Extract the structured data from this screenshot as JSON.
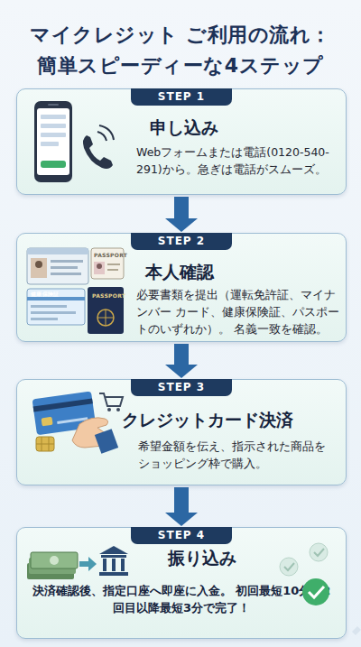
{
  "diagram": {
    "title": "マイクレジット ご利用の流れ： 簡単スピーディーな4ステップ",
    "nodes": [
      {
        "text": [
          "STEP 1",
          "申し込み",
          "Webフォームまたは電話(0120-540- 291)から。急ぎは電話がスムーズ。"
        ]
      },
      {
        "text": [
          "STEP 2",
          "本人確認",
          "必要書類を提出（運転免許証、マイナンバー カード、健康保険証、パスポートのいずれか）。 名義一致を確認。"
        ]
      },
      {
        "text": [
          "STEP 3",
          "クレジットカード決済",
          "希望金額を伝え、指示された商品を ショッピング枠で購入。"
        ]
      },
      {
        "text": [
          "STEP 4",
          "振り込み",
          "決済確認後、指定口座へ即座に入金。 初回最短10分、2回目以降最短3分で完了！"
        ]
      }
    ],
    "edges": [
      {
        "from": 0,
        "to": 1,
        "arrow": "to"
      },
      {
        "from": 1,
        "to": 2,
        "arrow": "to"
      },
      {
        "from": 2,
        "to": 3,
        "arrow": "to"
      }
    ],
    "labels": [
      "健康保険証",
      "PASSPORT",
      "PASSPORT"
    ]
  }
}
